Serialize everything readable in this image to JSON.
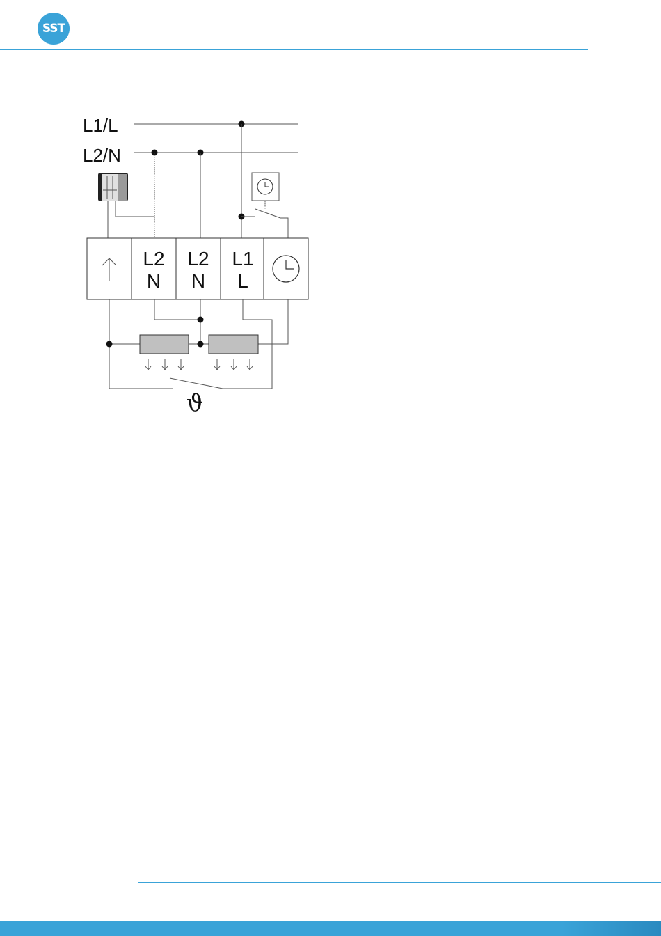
{
  "header": {
    "logo_text": "SST"
  },
  "diagram": {
    "bus_l1_label": "L1/L",
    "bus_l2_label": "L2/N",
    "terminals": [
      {
        "line1": "",
        "line2": "",
        "icon": "arrow-up-icon"
      },
      {
        "line1": "L2",
        "line2": "N"
      },
      {
        "line1": "L2",
        "line2": "N"
      },
      {
        "line1": "L1",
        "line2": "L"
      },
      {
        "line1": "",
        "line2": "",
        "icon": "clock-icon"
      }
    ],
    "sensor_symbol": "ϑ"
  },
  "colors": {
    "accent": "#3aa3d8",
    "heater_fill": "#c0c0c0",
    "line": "#555555"
  }
}
